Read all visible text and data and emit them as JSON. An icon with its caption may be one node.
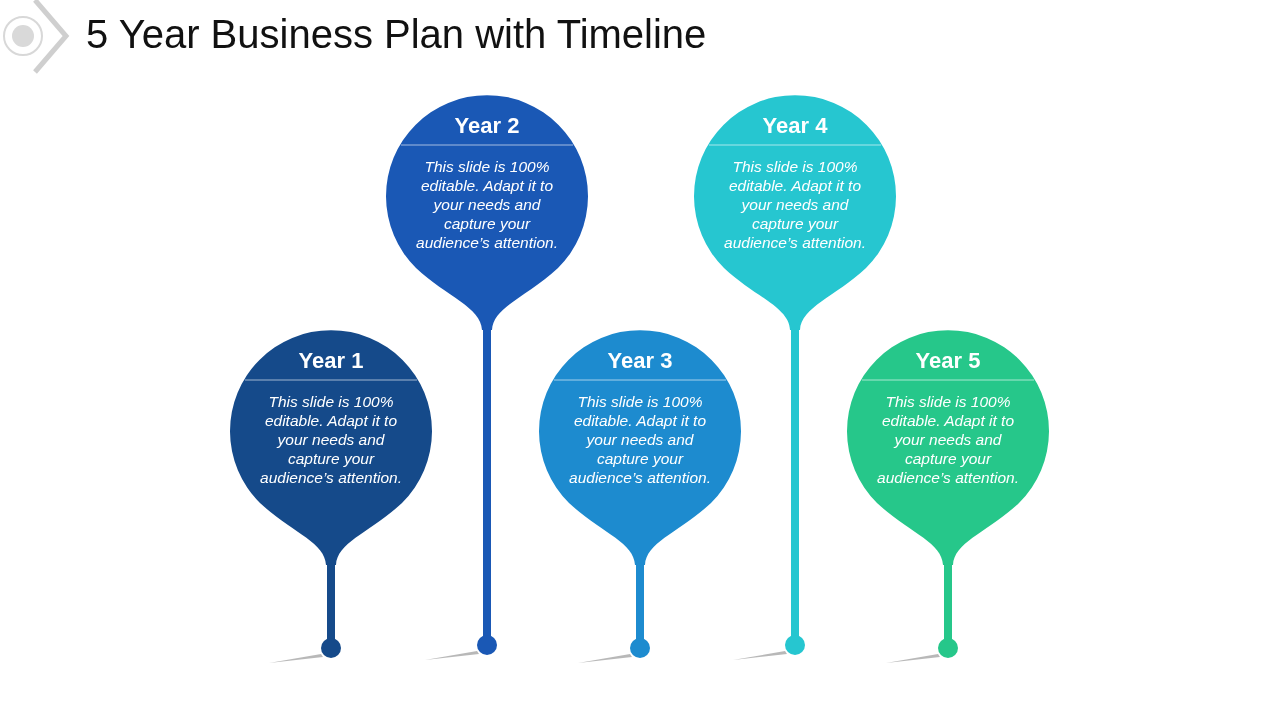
{
  "diagram": {
    "title": "5 Year Business Plan with Timeline",
    "nodes": [
      {
        "text": [
          "Year 1",
          "This slide is 100% editable. Adapt it to your needs and capture your audience’s attention."
        ]
      },
      {
        "text": [
          "Year 2",
          "This slide is 100% editable. Adapt it to your needs and capture your audience’s attention."
        ]
      },
      {
        "text": [
          "Year 3",
          "This slide is 100% editable. Adapt it to your needs and capture your audience’s attention."
        ]
      },
      {
        "text": [
          "Year 4",
          "This slide is 100% editable. Adapt it to your needs and capture your audience’s attention."
        ]
      },
      {
        "text": [
          "Year 5",
          "This slide is 100% editable. Adapt it to your needs and capture your audience’s attention."
        ]
      }
    ]
  }
}
